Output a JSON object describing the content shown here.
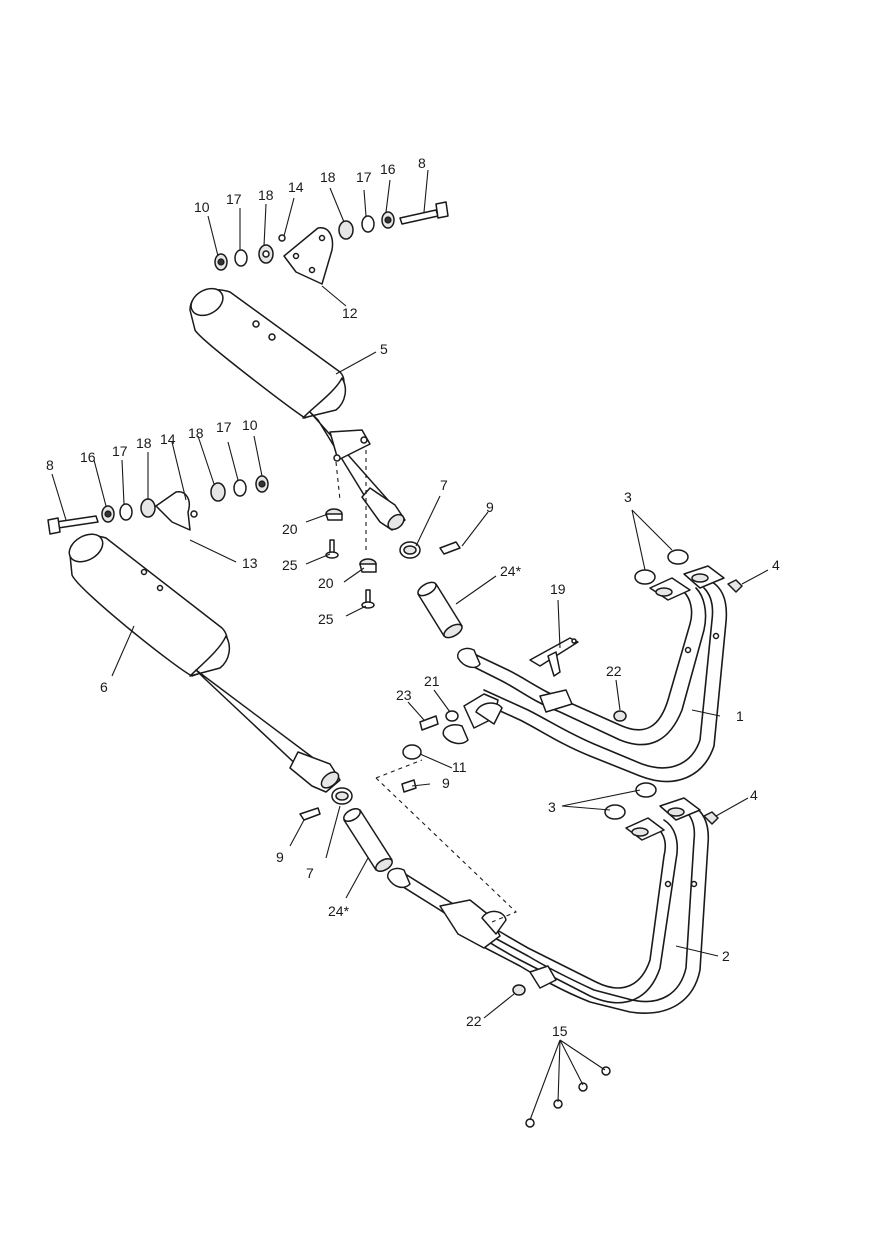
{
  "callouts": [
    {
      "id": "c-1",
      "label": "1"
    },
    {
      "id": "c-2",
      "label": "2"
    },
    {
      "id": "c-3a",
      "label": "3"
    },
    {
      "id": "c-3b",
      "label": "3"
    },
    {
      "id": "c-4a",
      "label": "4"
    },
    {
      "id": "c-4b",
      "label": "4"
    },
    {
      "id": "c-5",
      "label": "5"
    },
    {
      "id": "c-6",
      "label": "6"
    },
    {
      "id": "c-7a",
      "label": "7"
    },
    {
      "id": "c-7b",
      "label": "7"
    },
    {
      "id": "c-8a",
      "label": "8"
    },
    {
      "id": "c-8b",
      "label": "8"
    },
    {
      "id": "c-9a",
      "label": "9"
    },
    {
      "id": "c-9b",
      "label": "9"
    },
    {
      "id": "c-9c",
      "label": "9"
    },
    {
      "id": "c-10a",
      "label": "10"
    },
    {
      "id": "c-10b",
      "label": "10"
    },
    {
      "id": "c-11",
      "label": "11"
    },
    {
      "id": "c-12",
      "label": "12"
    },
    {
      "id": "c-13",
      "label": "13"
    },
    {
      "id": "c-14a",
      "label": "14"
    },
    {
      "id": "c-14b",
      "label": "14"
    },
    {
      "id": "c-15",
      "label": "15"
    },
    {
      "id": "c-16a",
      "label": "16"
    },
    {
      "id": "c-16b",
      "label": "16"
    },
    {
      "id": "c-17a",
      "label": "17"
    },
    {
      "id": "c-17b",
      "label": "17"
    },
    {
      "id": "c-17c",
      "label": "17"
    },
    {
      "id": "c-18a",
      "label": "18"
    },
    {
      "id": "c-18b",
      "label": "18"
    },
    {
      "id": "c-18c",
      "label": "18"
    },
    {
      "id": "c-18d",
      "label": "18"
    },
    {
      "id": "c-19",
      "label": "19"
    },
    {
      "id": "c-20a",
      "label": "20"
    },
    {
      "id": "c-20b",
      "label": "20"
    },
    {
      "id": "c-21",
      "label": "21"
    },
    {
      "id": "c-22a",
      "label": "22"
    },
    {
      "id": "c-22b",
      "label": "22"
    },
    {
      "id": "c-23",
      "label": "23"
    },
    {
      "id": "c-24a",
      "label": "24*"
    },
    {
      "id": "c-24b",
      "label": "24*"
    },
    {
      "id": "c-25a",
      "label": "25"
    },
    {
      "id": "c-25b",
      "label": "25"
    }
  ]
}
